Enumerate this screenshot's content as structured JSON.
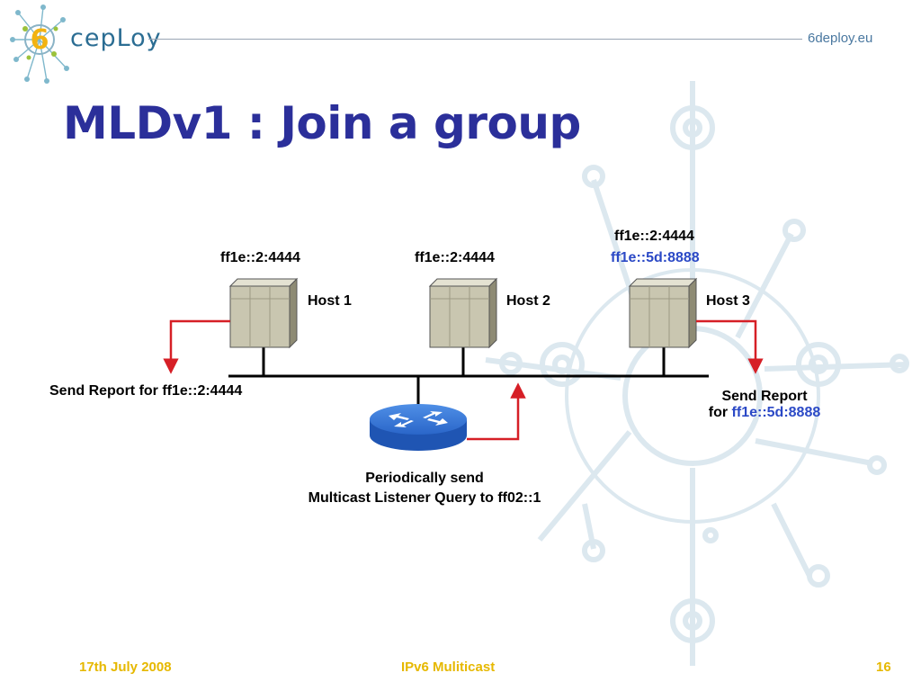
{
  "header": {
    "brand": "6deploy",
    "brand_wordmark": "cepLoy",
    "site": "6deploy.eu"
  },
  "title": "MLDv1 : Join a group",
  "hosts": [
    {
      "name": "Host 1",
      "groups": [
        "ff1e::2:4444"
      ],
      "new_group": ""
    },
    {
      "name": "Host 2",
      "groups": [
        "ff1e::2:4444"
      ],
      "new_group": ""
    },
    {
      "name": "Host 3",
      "groups": [
        "ff1e::2:4444"
      ],
      "new_group": "ff1e::5d:8888"
    }
  ],
  "annotations": {
    "host1_report": "Send Report for ff1e::2:4444",
    "host3_report_line1": "Send Report",
    "host3_report_prefix": "for ",
    "host3_report_group": "ff1e::5d:8888",
    "router_line1": "Periodically send",
    "router_line2": "Multicast Listener Query to ff02::1"
  },
  "footer": {
    "date": "17th July 2008",
    "topic": "IPv6 Muliticast",
    "page": "16"
  },
  "colors": {
    "title": "#2b2f9a",
    "highlight": "#2b49c6",
    "arrow": "#d61f26",
    "footer": "#e6b800",
    "router": "#2a66c9",
    "host_body": "#c9c6b0"
  }
}
